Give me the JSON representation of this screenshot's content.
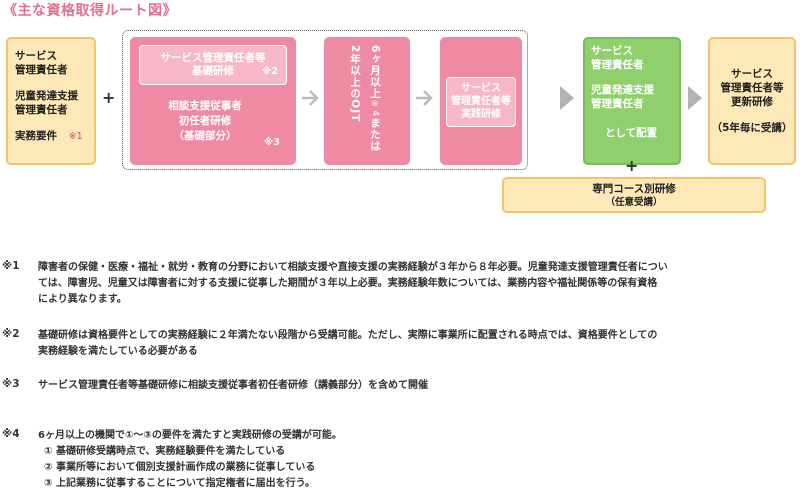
{
  "title": "《主な資格取得ルート図》",
  "box1": {
    "line1": "サービス",
    "line2": "管理責任者",
    "line3": "児童発達支援",
    "line4": "管理責任者",
    "line5": "実務要件",
    "mark": "※1"
  },
  "plus_sign": "+",
  "box2": {
    "inner_line1": "サービス管理責任者等",
    "inner_line2": "基礎研修",
    "inner_mark": "※2",
    "line1": "相談支援従事者",
    "line2": "初任者研修",
    "line3": "（基礎部分）",
    "mark": "※3"
  },
  "box3": {
    "col1": "6ヶ月以上",
    "mark": "※4",
    "col1b": "または",
    "col2": "2年以上のOJT"
  },
  "box4": {
    "line1": "サービス",
    "line2": "管理責任者等",
    "line3": "実践研修"
  },
  "box5": {
    "line1": "サービス",
    "line2": "管理責任者",
    "line3": "児童発達支援",
    "line4": "管理責任者",
    "line5": "として配置"
  },
  "box6": {
    "line1": "サービス",
    "line2": "管理責任者等",
    "line3": "更新研修",
    "line4": "（5年毎に受講）"
  },
  "box7": {
    "line1": "専門コース別研修",
    "line2": "（任意受講）"
  },
  "notes": [
    {
      "label": "※1",
      "lines": [
        "障害者の保健・医療・福祉・就労・教育の分野において相談支援や直接支援の実務経験が３年から８年必要。児童発達支援管理責任者につい",
        "ては、障害児、児童又は障害者に対する支援に従事した期間が３年以上必要。実務経験年数については、業務内容や福祉関係等の保有資格",
        "により異なります。"
      ]
    },
    {
      "label": "※2",
      "lines": [
        "基礎研修は資格要件としての実務経験に２年満たない段階から受講可能。ただし、実際に事業所に配置される時点では、資格要件としての",
        "実務経験を満たしている必要がある"
      ]
    },
    {
      "label": "※3",
      "lines": [
        "サービス管理責任者等基礎研修に相談支援従事者初任者研修（講義部分）を含めて開催"
      ]
    },
    {
      "label": "※4",
      "lines": [
        "6ヶ月以上の機関で①～③の要件を満たすと実践研修の受講が可能。",
        "① 基礎研修受講時点で、実務経験要件を満たしている",
        "② 事業所等において個別支援計画作成の業務に従事している",
        "③ 上記業務に従事することについて指定権者に届出を行う。"
      ]
    }
  ],
  "colors": {
    "title": "#e0708e",
    "yellow_fill": "#fde9b8",
    "yellow_border": "#f2c368",
    "pink_fill": "#ee8aa4",
    "green_fill": "#8fcf6c",
    "note_mark": "#e0485f"
  }
}
